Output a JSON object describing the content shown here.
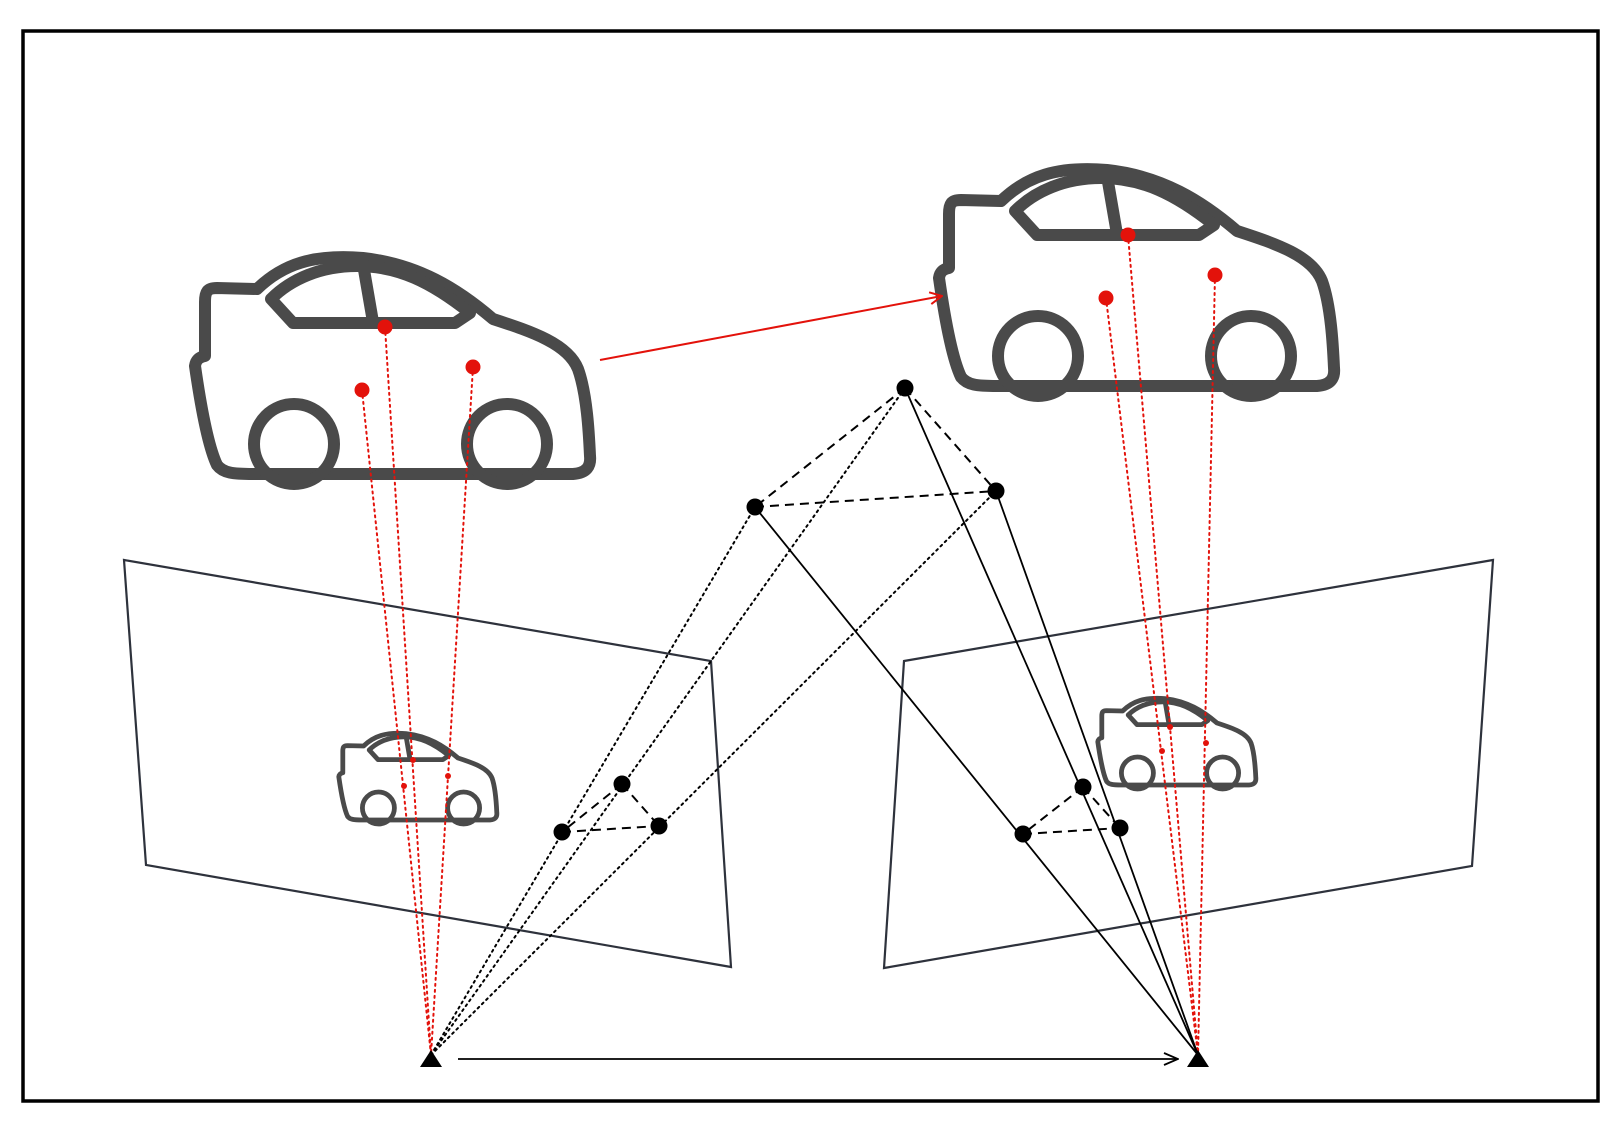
{
  "diagram": {
    "type": "two-view geometry with moving object",
    "colors": {
      "frame": "#000000",
      "car_outline": "#4a4a4a",
      "image_plane": "#2e323c",
      "keypoint_red": "#e3120b",
      "keypoint_black": "#000000",
      "motion_arrow": "#e3120b"
    },
    "elements": {
      "car_3d_left": "car-icon",
      "car_3d_right": "car-icon",
      "car_image_left": "car-icon",
      "car_image_right": "car-icon",
      "camera_left": "triangle-marker",
      "camera_right": "triangle-marker",
      "car_motion": "arrow-right",
      "camera_baseline": "arrow-right"
    }
  }
}
